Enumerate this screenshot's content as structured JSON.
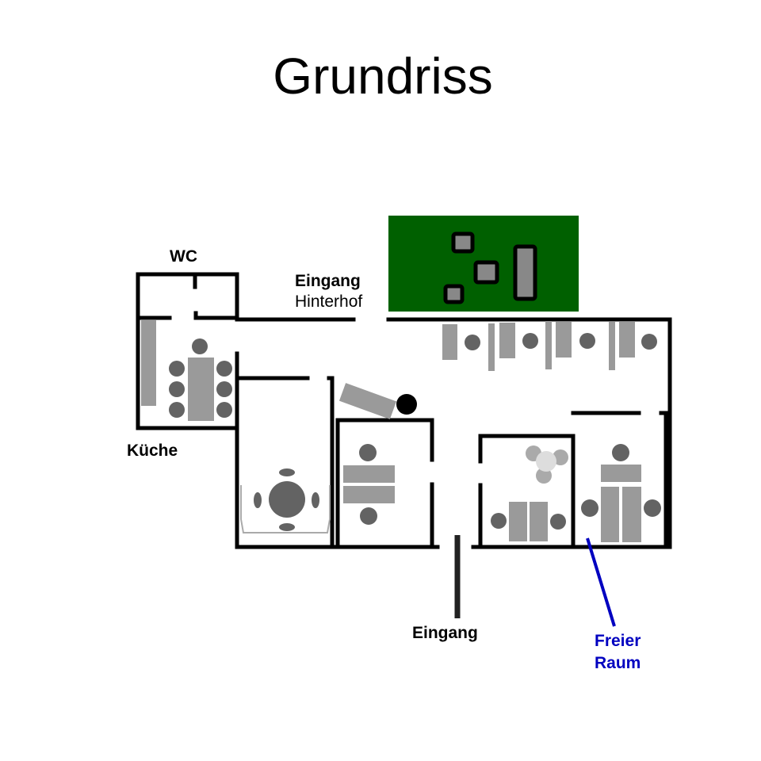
{
  "title": "Grundriss",
  "labels": {
    "wc": "WC",
    "entrance_back_line1": "Eingang",
    "entrance_back_line2": "Hinterhof",
    "kitchen": "Küche",
    "entrance": "Eingang",
    "free_room_line1": "Freier",
    "free_room_line2": "Raum"
  },
  "colors": {
    "courtyard": "#006000",
    "highlight": "#0000c0",
    "wall": "#000000",
    "desk": "#9a9a9a",
    "chair": "#636363"
  }
}
